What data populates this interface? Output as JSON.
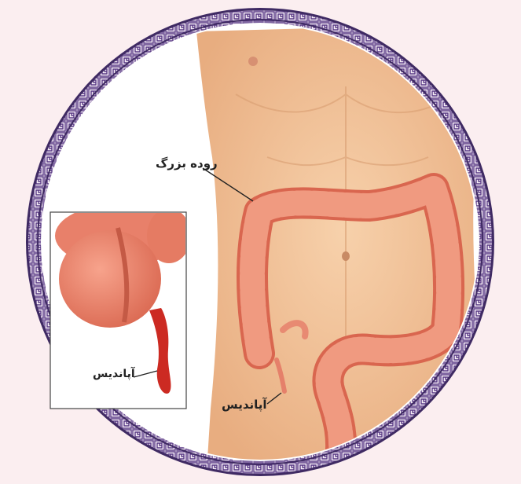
{
  "labels": {
    "large_intestine": "روده بزرگ",
    "appendix_main": "آپاندیس",
    "appendix_inset": "آپاندیس"
  },
  "colors": {
    "background": "#fbeef0",
    "frame_purple": "#5a3b86",
    "skin": "#f2c39a",
    "colon": "#e8806a",
    "appendix_inset": "#cc2a22"
  }
}
